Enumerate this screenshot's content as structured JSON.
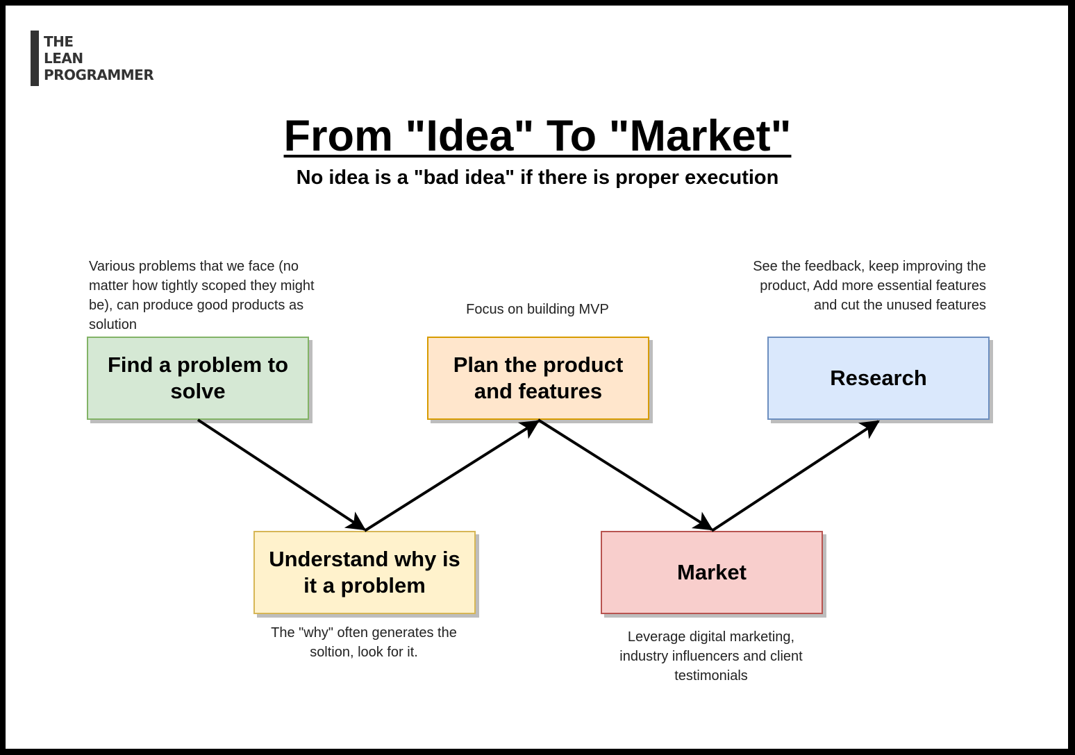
{
  "logo": {
    "lines": [
      "THE",
      "LEAN",
      "PROGRAMMER"
    ]
  },
  "title": "From \"Idea\" To \"Market\"",
  "subtitle": "No idea is a \"bad idea\" if there is proper execution",
  "colors": {
    "green_fill": "#d5e8d4",
    "green_border": "#82b366",
    "orange_fill": "#ffe6cc",
    "orange_border": "#d79b00",
    "blue_fill": "#dae8fc",
    "blue_border": "#6c8ebf",
    "yellow_fill": "#fff2cc",
    "yellow_border": "#d6b656",
    "red_fill": "#f8cecc",
    "red_border": "#b85450"
  },
  "steps": {
    "find": {
      "label": "Find a problem to solve",
      "note": "Various problems that we face (no matter how tightly scoped they might be), can produce good products as solution"
    },
    "understand": {
      "label": "Understand why is it a problem",
      "note": "The \"why\" often generates the soltion, look for it."
    },
    "plan": {
      "label": "Plan the product and features",
      "note": "Focus on building MVP"
    },
    "market": {
      "label": "Market",
      "note": "Leverage digital marketing, industry influencers and client testimonials"
    },
    "research": {
      "label": "Research",
      "note": "See the feedback, keep improving the product, Add more essential features and cut the unused features"
    }
  }
}
